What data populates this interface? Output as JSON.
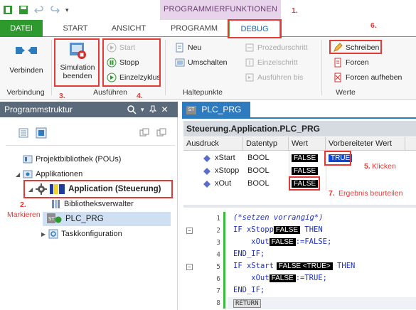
{
  "title_bar": {
    "context_tab_group": "PROGRAMMIERFUNKTIONEN"
  },
  "tabs": [
    {
      "label": "DATEI"
    },
    {
      "label": "START"
    },
    {
      "label": "ANSICHT"
    },
    {
      "label": "PROGRAMM"
    },
    {
      "label": "DEBUG"
    }
  ],
  "ribbon": {
    "verbindung": {
      "connect_label": "Verbinden",
      "group_label": "Verbindung"
    },
    "ausfuehren": {
      "simulation_label_1": "Simulation",
      "simulation_label_2": "beenden",
      "start_label": "Start",
      "stopp_label": "Stopp",
      "einzelzyklus_label": "Einzelzyklus",
      "group_label": "Ausführen"
    },
    "haltepunkte": {
      "neu_label": "Neu",
      "umschalten_label": "Umschalten",
      "prozedurschritt_label": "Prozedurschritt",
      "einzelschritt_label": "Einzelschritt",
      "ausfuehren_bis_label": "Ausführen bis",
      "group_label": "Haltepunkte"
    },
    "werte": {
      "schreiben_label": "Schreiben",
      "forcen_label": "Forcen",
      "forcen_aufheben_label": "Forcen aufheben",
      "group_label": "Werte"
    }
  },
  "annotations": {
    "a1": "1.",
    "a2": "2.",
    "a2_text": "Markieren",
    "a3": "3.",
    "a4": "4.",
    "a5": "5.",
    "a5_text": "Klicken",
    "a6": "6.",
    "a7": "7.",
    "a7_text": "Ergebnis beurteilen"
  },
  "left_panel": {
    "title": "Programmstruktur",
    "tree": [
      {
        "label": "Projektbibliothek (POUs)"
      },
      {
        "label": "Applikationen"
      },
      {
        "label": "Application (Steuerung)"
      },
      {
        "label": "Bibliotheksverwalter"
      },
      {
        "label": "PLC_PRG"
      },
      {
        "label": "Taskkonfiguration"
      }
    ]
  },
  "editor": {
    "tab_label": "PLC_PRG",
    "watch_title": "Steuerung.Application.PLC_PRG",
    "columns": [
      "Ausdruck",
      "Datentyp",
      "Wert",
      "Vorbereiteter Wert"
    ],
    "rows": [
      {
        "expr": "xStart",
        "type": "BOOL",
        "value": "FALSE",
        "prepared": "TRUE"
      },
      {
        "expr": "xStopp",
        "type": "BOOL",
        "value": "FALSE",
        "prepared": ""
      },
      {
        "expr": "xOut",
        "type": "BOOL",
        "value": "FALSE",
        "prepared": ""
      }
    ],
    "code": {
      "line_numbers": [
        "1",
        "2",
        "3",
        "4",
        "5",
        "6",
        "7",
        "8"
      ],
      "l1_comment": "(*setzen vorrangig*)",
      "l2_if": "IF",
      "l2_var": " xStopp",
      "l2_val": "FALSE",
      "l2_then": " THEN",
      "l3_var": "    xOut",
      "l3_val": "FALSE",
      "l3_rest": ":=FALSE;",
      "l4_endif": "END_IF;",
      "l5_if": "IF",
      "l5_var": " xStart",
      "l5_val": "FALSE <TRUE>",
      "l5_then": " THEN",
      "l6_var": "    xOut",
      "l6_val": "FALSE",
      "l6_rest": ":=TRUE;",
      "l7_endif": "END_IF;",
      "l8_return": "RETURN"
    }
  },
  "colors": {
    "brand_green": "#2e9a2e",
    "accent_blue": "#2e7bbf",
    "annotation_red": "#e53935",
    "context_purple": "#e7d4ea"
  }
}
